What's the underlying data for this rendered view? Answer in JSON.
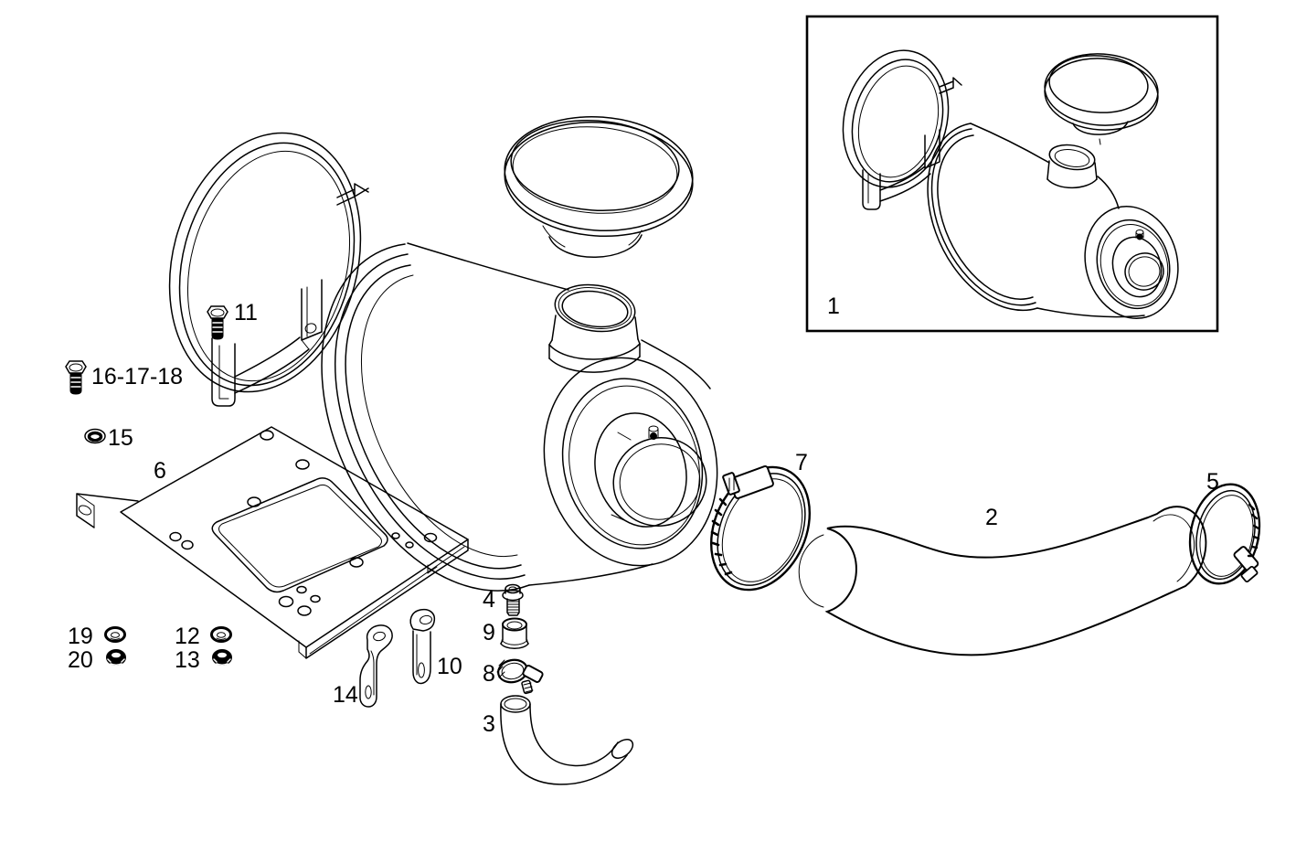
{
  "canvas": {
    "background": "#ffffff",
    "line_color": "#000000"
  },
  "diagram_type": "exploded-parts-drawing",
  "labels": {
    "p1": "1",
    "p2": "2",
    "p3": "3",
    "p4": "4",
    "p5": "5",
    "p6": "6",
    "p7": "7",
    "p8": "8",
    "p9": "9",
    "p10": "10",
    "p11": "11",
    "p12": "12",
    "p13": "13",
    "p14": "14",
    "p15": "15",
    "p16_17_18": "16-17-18",
    "p19": "19",
    "p20": "20"
  }
}
